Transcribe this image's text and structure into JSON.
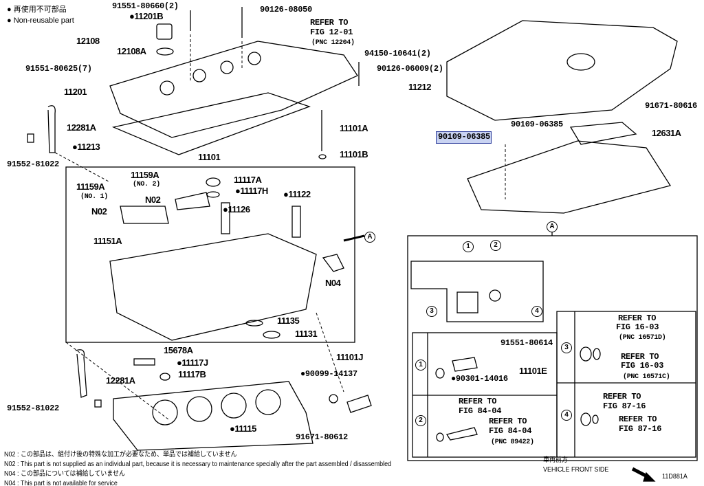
{
  "legend": {
    "jp": "● 再使用不可部品",
    "en": "● Non-reusable part"
  },
  "highlight_color": "#c9d3f2",
  "labels": {
    "p91551_80660": "91551-80660(2)",
    "p11201B": "●11201B",
    "p90126_08050": "90126-08050",
    "refer_12_01": [
      "REFER TO",
      "FIG 12-01",
      "(PNC 12204)"
    ],
    "p12108": "12108",
    "p12108A": "12108A",
    "p94150_10641": "94150-10641(2)",
    "p91551_80625": "91551-80625(7)",
    "p90126_06009": "90126-06009(2)",
    "p11201": "11201",
    "p11212": "11212",
    "p91671_80616": "91671-80616",
    "p12281A_top": "12281A",
    "p11101A": "11101A",
    "p90109_06385_a": "90109-06385",
    "p12631A": "12631A",
    "p90109_06385_b": "90109-06385",
    "p11213": "●11213",
    "p11101": "11101",
    "p11101B": "11101B",
    "p91552_81022_top": "91552-81022",
    "p11159A_2": [
      "11159A",
      "(NO. 2)"
    ],
    "p11117A": "11117A",
    "p11159A_1": [
      "11159A",
      "(NO. 1)"
    ],
    "p11117H": "●11117H",
    "p11122": "●11122",
    "n02_a": "N02",
    "n02_b": "N02",
    "p11126": "●11126",
    "view_a": "A",
    "p11151A": "11151A",
    "n04": "N04",
    "p11135": "11135",
    "p11131": "11131",
    "p15678A": "15678A",
    "p11101J": "11101J",
    "p11117J": "●11117J",
    "p12281A_bot": "12281A",
    "p11117B": "11117B",
    "p90099_14137": "●90099-14137",
    "p91552_81022_bot": "91552-81022",
    "p11115": "●11115",
    "p91671_80612": "91671-80612"
  },
  "detail_a": {
    "title": "A",
    "callouts": [
      "1",
      "2",
      "3",
      "4"
    ],
    "sub1": {
      "bolt": "91551-80614",
      "sensor": "11101E",
      "oring": "●90301-14016"
    },
    "sub2": {
      "refer1": [
        "REFER TO",
        "FIG 84-04"
      ],
      "refer2": [
        "REFER TO",
        "FIG 84-04",
        "(PNC 89422)"
      ]
    },
    "sub3": {
      "refer1": [
        "REFER TO",
        "FIG 16-03",
        "(PNC 16571D)"
      ],
      "refer2": [
        "REFER TO",
        "FIG 16-03",
        "(PNC 16571C)"
      ]
    },
    "sub4": {
      "refer1": [
        "REFER TO",
        "FIG 87-16"
      ],
      "refer2": [
        "REFER TO",
        "FIG 87-16"
      ]
    }
  },
  "notes": [
    "N02 : この部品は、組付け後の特殊な加工が必要なため、単品では補給していません",
    "N02 : This part is not supplied as an individual part, because it is necessary to maintenance specially after the part assembled / disassembled",
    "N04 : この部品については補給していません",
    "N04 : This part is not available for service"
  ],
  "front": {
    "jp": "車両前方",
    "en": "VEHICLE FRONT SIDE"
  },
  "figure_id": "11D881A"
}
